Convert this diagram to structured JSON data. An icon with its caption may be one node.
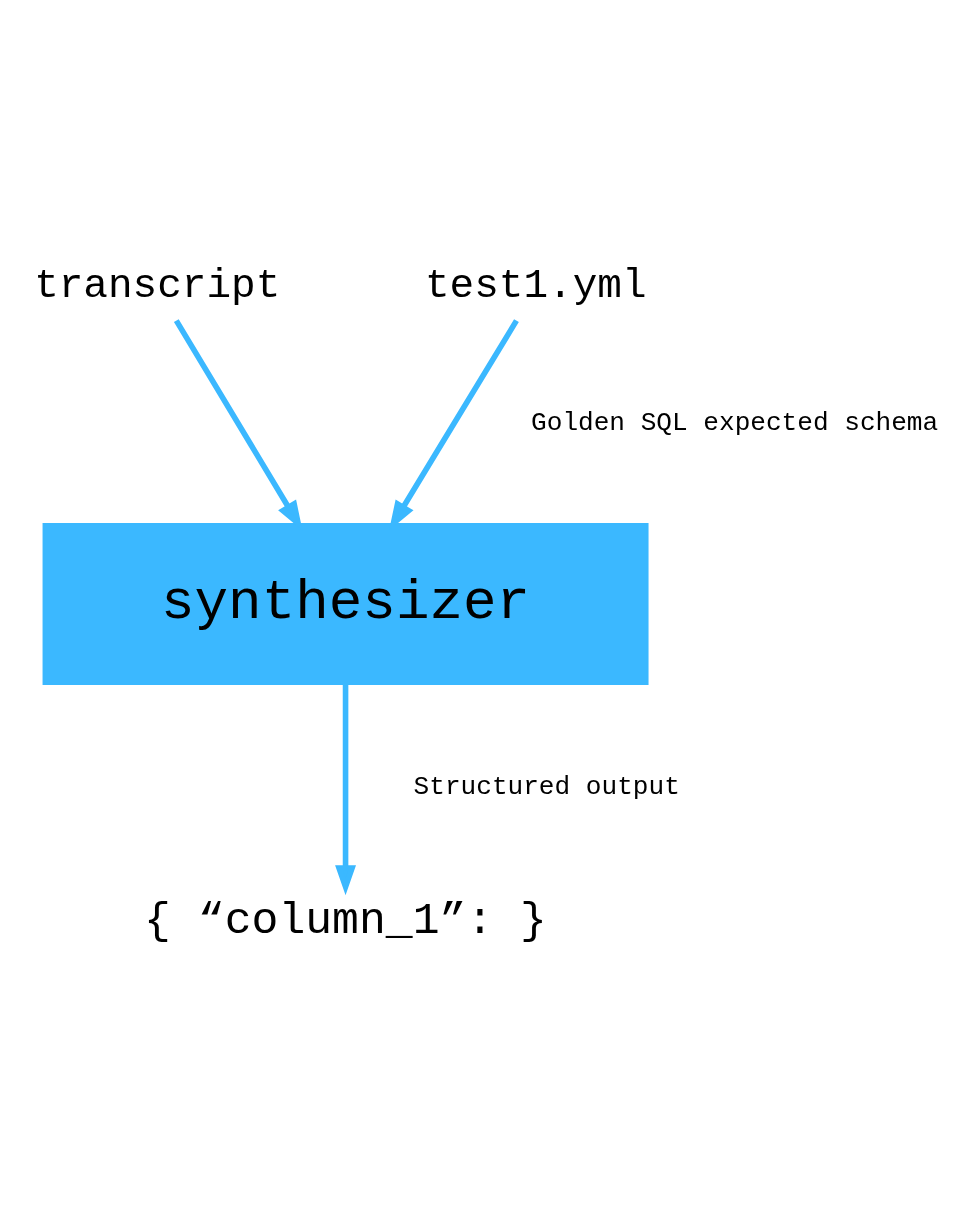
{
  "diagram": {
    "nodes": [
      {
        "text": [
          "transcript"
        ]
      },
      {
        "text": [
          "test1.yml"
        ]
      },
      {
        "text": [
          "synthesizer"
        ]
      },
      {
        "text": [
          "{ “column_1”: }"
        ]
      }
    ],
    "edges": [
      {
        "from": 0,
        "to": 2,
        "arrow": "to"
      },
      {
        "from": 1,
        "to": 2,
        "arrow": "to",
        "label": "Golden SQL expected schema"
      },
      {
        "from": 2,
        "to": 3,
        "arrow": "to",
        "label": "Structured output"
      }
    ]
  }
}
